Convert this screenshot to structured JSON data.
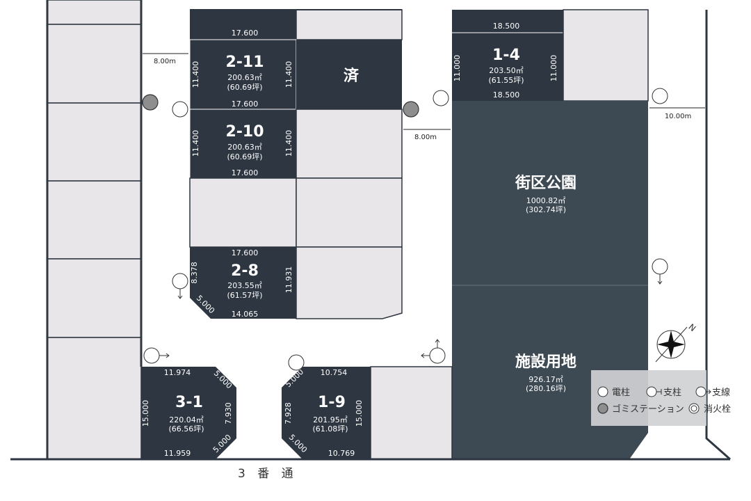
{
  "lots": {
    "l2_11": {
      "no": "2-11",
      "area": "200.63㎡",
      "tsubo": "(60.69坪)",
      "top": "17.600",
      "bottom": "17.600",
      "left": "11.400",
      "right": "11.400"
    },
    "l2_10": {
      "no": "2-10",
      "area": "200.63㎡",
      "tsubo": "(60.69坪)",
      "bottom": "17.600",
      "left": "11.400",
      "right": "11.400"
    },
    "l2_8": {
      "no": "2-8",
      "area": "203.55㎡",
      "tsubo": "(61.57坪)",
      "top": "17.600",
      "bottom": "14.065",
      "left": "8.378",
      "right": "11.931",
      "corner": "5.000"
    },
    "l1_4": {
      "no": "1-4",
      "area": "203.50㎡",
      "tsubo": "(61.55坪)",
      "top": "18.500",
      "bottom": "18.500",
      "left": "11.000",
      "right": "11.000"
    },
    "l3_1": {
      "no": "3-1",
      "area": "220.04㎡",
      "tsubo": "(66.56坪)",
      "top": "11.974",
      "bottom": "11.959",
      "left": "15.000",
      "right": "7.930",
      "c1": "5.000",
      "c2": "5.000"
    },
    "l1_9": {
      "no": "1-9",
      "area": "201.95㎡",
      "tsubo": "(61.08坪)",
      "top": "10.754",
      "bottom": "10.769",
      "left": "7.928",
      "right": "15.000",
      "c1": "5.000",
      "c2": "5.000"
    },
    "sold": "済"
  },
  "park": {
    "name": "街区公園",
    "area": "1000.82㎡",
    "tsubo": "(302.74坪)"
  },
  "facility": {
    "name": "施設用地",
    "area": "926.17㎡",
    "tsubo": "(280.16坪)"
  },
  "roads": {
    "w1": "8.00m",
    "w2": "8.00m",
    "w3": "10.00m",
    "name": "3 番 通"
  },
  "legend": {
    "pole": "電柱",
    "strut": "支柱",
    "guy": "支線",
    "gomi": "ゴミステーション",
    "hydrant": "消火栓"
  },
  "colors": {
    "lot": "#2e3641",
    "park": "#3d4953",
    "vacant": "#e8e6e8"
  }
}
